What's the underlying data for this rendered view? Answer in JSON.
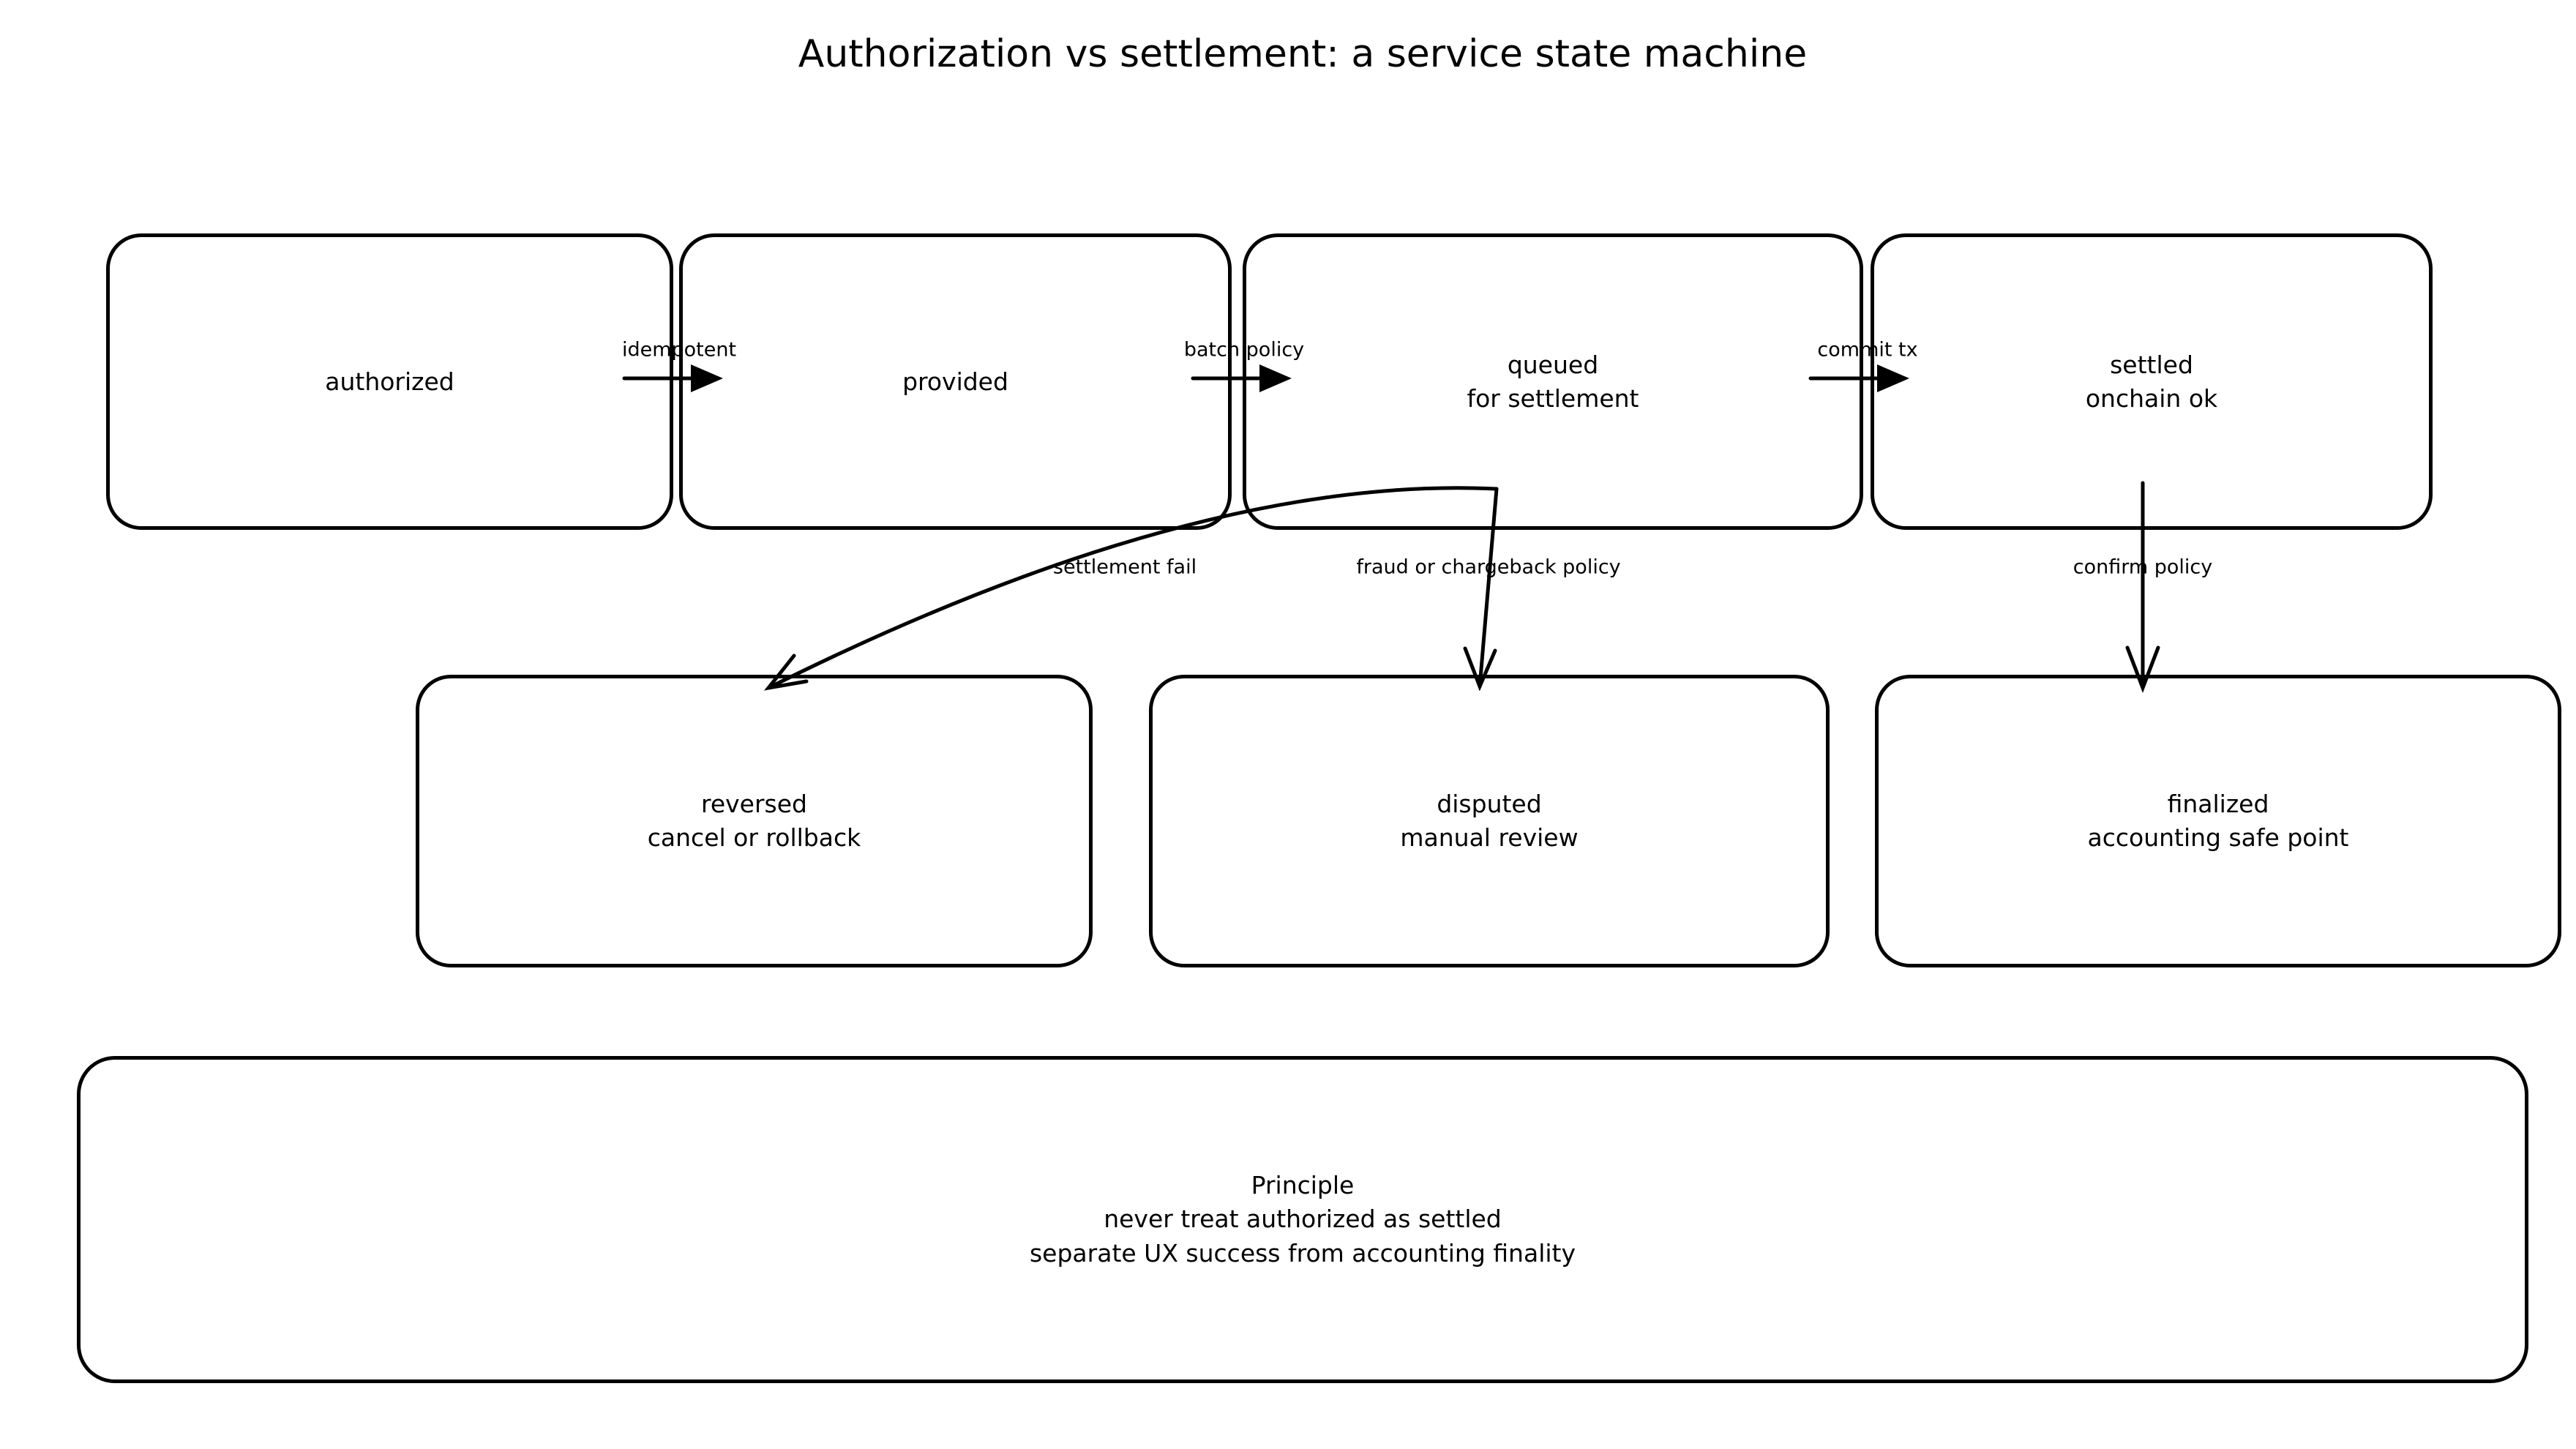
{
  "colors": {
    "background": "#ffffff",
    "stroke": "#000000",
    "text": "#000000"
  },
  "title": "Authorization vs settlement: a service state machine",
  "states": [
    {
      "id": "authorized",
      "label": "authorized"
    },
    {
      "id": "provided",
      "label": "provided"
    },
    {
      "id": "queued",
      "label": "queued\nfor settlement"
    },
    {
      "id": "settled",
      "label": "settled\nonchain ok"
    },
    {
      "id": "reversed",
      "label": "reversed\ncancel or rollback"
    },
    {
      "id": "disputed",
      "label": "disputed\nmanual review"
    },
    {
      "id": "finalized",
      "label": "finalized\naccounting safe point"
    }
  ],
  "transitions": [
    {
      "from": "authorized",
      "to": "provided",
      "label": "idempotent"
    },
    {
      "from": "provided",
      "to": "queued",
      "label": "batch policy"
    },
    {
      "from": "queued",
      "to": "settled",
      "label": "commit tx"
    },
    {
      "from": "queued",
      "to": "reversed",
      "label": "settlement fail"
    },
    {
      "from": "queued",
      "to": "disputed",
      "label": "fraud or chargeback policy"
    },
    {
      "from": "settled",
      "to": "finalized",
      "label": "confirm policy"
    }
  ],
  "principle": {
    "label": "Principle\nnever treat authorized as settled\nseparate UX success from accounting finality"
  }
}
